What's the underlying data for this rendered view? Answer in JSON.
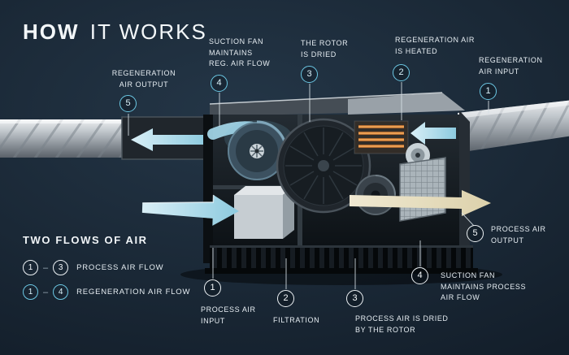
{
  "title": {
    "bold": "HOW",
    "rest": "IT WORKS"
  },
  "colors": {
    "background": "#17222d",
    "accent_blue": "#6cc8e4",
    "process_white": "#eef3f6",
    "heater_orange": "#e0873a",
    "output_cream": "#e9e1c6"
  },
  "callouts": {
    "regeneration": [
      {
        "num": "5",
        "label": "REGENERATION\nAIR OUTPUT"
      },
      {
        "num": "4",
        "label": "SUCTION FAN\nMAINTAINS\nREG. AIR FLOW"
      },
      {
        "num": "3",
        "label": "THE ROTOR\nIS DRIED"
      },
      {
        "num": "2",
        "label": "REGENERATION AIR\nIS HEATED"
      },
      {
        "num": "1",
        "label": "REGENERATION\nAIR INPUT"
      }
    ],
    "process": [
      {
        "num": "1",
        "label": "PROCESS AIR\nINPUT"
      },
      {
        "num": "2",
        "label": "FILTRATION"
      },
      {
        "num": "3",
        "label": "PROCESS AIR IS DRIED\nBY THE ROTOR"
      },
      {
        "num": "4",
        "label": "SUCTION FAN\nMAINTAINS PROCESS\nAIR FLOW"
      },
      {
        "num": "5",
        "label": "PROCESS AIR\nOUTPUT"
      }
    ]
  },
  "legend": {
    "title": "TWO FLOWS OF AIR",
    "separator": "–",
    "items": [
      {
        "from": "1",
        "to": "3",
        "label": "PROCESS AIR FLOW",
        "flow": "process"
      },
      {
        "from": "1",
        "to": "4",
        "label": "REGENERATION AIR FLOW",
        "flow": "regeneration"
      }
    ]
  }
}
